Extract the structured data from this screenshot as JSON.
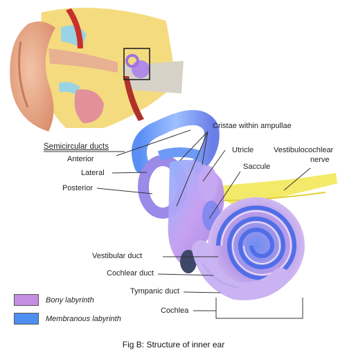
{
  "labels": {
    "semicircular_ducts": "Semicircular ducts",
    "anterior": "Anterior",
    "lateral": "Lateral",
    "posterior": "Posterior",
    "cristae": "Cristae within ampullae",
    "utricle": "Utricle",
    "saccule": "Saccule",
    "vestibulocochlear_line1": "Vestibulocochlear",
    "vestibulocochlear_line2": "nerve",
    "vestibular_duct": "Vestibular duct",
    "cochlear_duct": "Cochlear duct",
    "tympanic_duct": "Tympanic duct",
    "cochlea": "Cochlea"
  },
  "legend": [
    {
      "label": "Bony labyrinth",
      "color": "#c48fe0"
    },
    {
      "label": "Membranous labyrinth",
      "color": "#4d8ef0"
    }
  ],
  "caption": "Fig B: Structure of inner ear",
  "colors": {
    "skin": "#e3a07f",
    "bone": "#f3d978",
    "bony_labyrinth": "#c48fe0",
    "membranous_labyrinth": "#4d8ef0",
    "nerve": "#f2e85a"
  }
}
